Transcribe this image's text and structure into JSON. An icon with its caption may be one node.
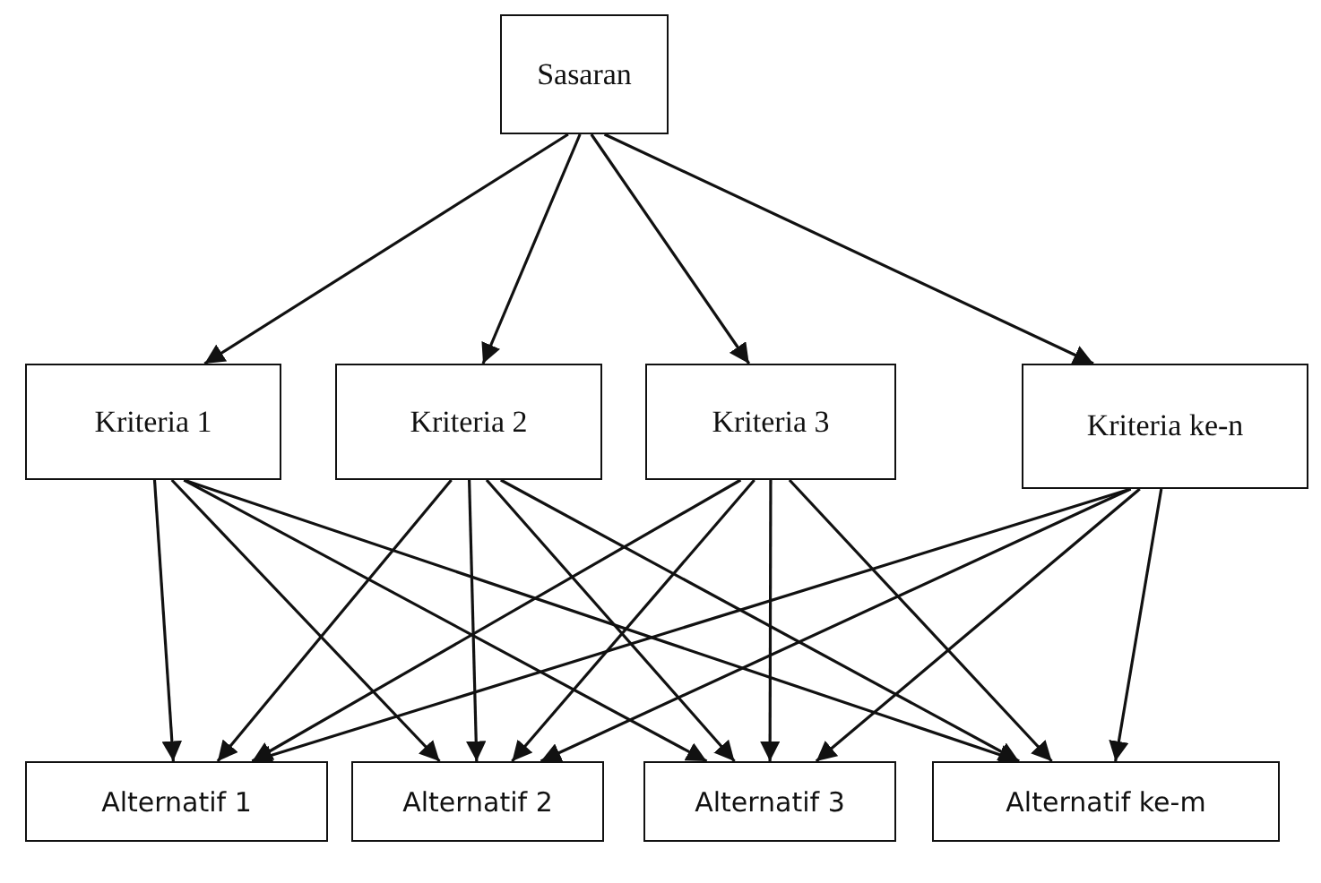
{
  "diagram": {
    "nodes": [
      {
        "text": [
          "Sasaran"
        ]
      },
      {
        "text": [
          "Kriteria 1"
        ]
      },
      {
        "text": [
          "Kriteria 2"
        ]
      },
      {
        "text": [
          "Kriteria 3"
        ]
      },
      {
        "text": [
          "Kriteria ke-n"
        ]
      },
      {
        "text": [
          "Alternatif 1"
        ]
      },
      {
        "text": [
          "Alternatif 2"
        ]
      },
      {
        "text": [
          "Alternatif 3"
        ]
      },
      {
        "text": [
          "Alternatif ke-m"
        ]
      }
    ],
    "edges": [
      {
        "from": 0,
        "to": 1,
        "arrow": "to"
      },
      {
        "from": 0,
        "to": 2,
        "arrow": "to"
      },
      {
        "from": 0,
        "to": 3,
        "arrow": "to"
      },
      {
        "from": 0,
        "to": 4,
        "arrow": "to"
      },
      {
        "from": 1,
        "to": 5,
        "arrow": "to"
      },
      {
        "from": 1,
        "to": 6,
        "arrow": "to"
      },
      {
        "from": 1,
        "to": 7,
        "arrow": "to"
      },
      {
        "from": 1,
        "to": 8,
        "arrow": "to"
      },
      {
        "from": 2,
        "to": 5,
        "arrow": "to"
      },
      {
        "from": 2,
        "to": 6,
        "arrow": "to"
      },
      {
        "from": 2,
        "to": 7,
        "arrow": "to"
      },
      {
        "from": 2,
        "to": 8,
        "arrow": "to"
      },
      {
        "from": 3,
        "to": 5,
        "arrow": "to"
      },
      {
        "from": 3,
        "to": 6,
        "arrow": "to"
      },
      {
        "from": 3,
        "to": 7,
        "arrow": "to"
      },
      {
        "from": 3,
        "to": 8,
        "arrow": "to"
      },
      {
        "from": 4,
        "to": 5,
        "arrow": "to"
      },
      {
        "from": 4,
        "to": 6,
        "arrow": "to"
      },
      {
        "from": 4,
        "to": 7,
        "arrow": "to"
      },
      {
        "from": 4,
        "to": 8,
        "arrow": "to"
      }
    ]
  }
}
